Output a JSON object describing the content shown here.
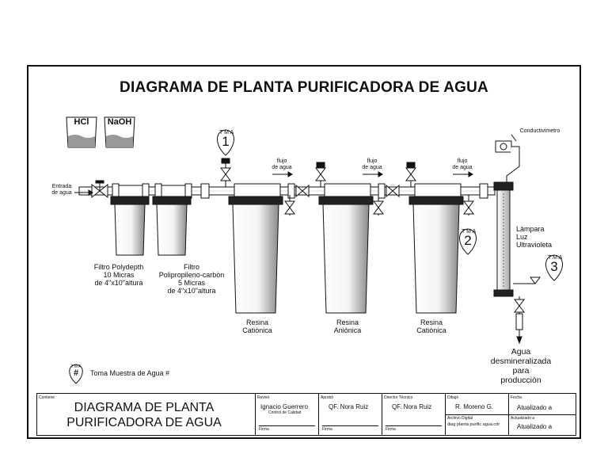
{
  "title": "DIAGRAMA DE PLANTA PURIFICADORA DE AGUA",
  "chemicals": {
    "hcl": "HCl",
    "naoh": "NaOH"
  },
  "labels": {
    "entrada": [
      "Entrada",
      "de agua"
    ],
    "flujo": [
      "flujo",
      "de agua"
    ],
    "conductivimetro": "Conductivimetro",
    "filtro_polydepth": [
      "Filtro Polydepth",
      "10 Micras",
      "de 4\"x10\"altura"
    ],
    "filtro_carbon": [
      "Filtro",
      "Polipropileno-carbòn",
      "5 Micras",
      "de 4\"x10\"altura"
    ],
    "resina_cationica": [
      "Resina",
      "Catiònica"
    ],
    "resina_anionica": [
      "Resina",
      "Aniònica"
    ],
    "lampara": [
      "Làmpara",
      "Luz",
      "Ultravioleta"
    ],
    "agua_final": [
      "Agua",
      "desmineralizada",
      "para",
      "producciòn"
    ],
    "toma_muestra": "Toma Muestra de Agua #",
    "sample_1": "1",
    "sample_2": "2",
    "sample_3": "3",
    "sample_hash": "#",
    "tma": "T M A"
  },
  "title_block": {
    "contiene_cap": "Contiene",
    "contiene": [
      "DIAGRAMA DE PLANTA",
      "PURIFICADORA DE AGUA"
    ],
    "reviso_cap": "Revisò",
    "reviso": "Ignacio Guerrero",
    "reviso_sub": "Control de Calidad",
    "aprobo_cap": "Aprobò",
    "aprobo": "QF. Nora Ruiz",
    "director_cap": "Director Tècnico",
    "director": "QF. Nora Ruiz",
    "dibujo_cap": "Dibujò",
    "dibujo": "R. Moreno G.",
    "archivo_cap": "Archivo Digital",
    "archivo": "diag planta purific agua.cdr",
    "fecha_cap": "Fecha",
    "fecha": "Atualizado a",
    "actualizado_cap": "Actualizado a",
    "actualizado": "Atualizado a",
    "firma": "Firma"
  }
}
